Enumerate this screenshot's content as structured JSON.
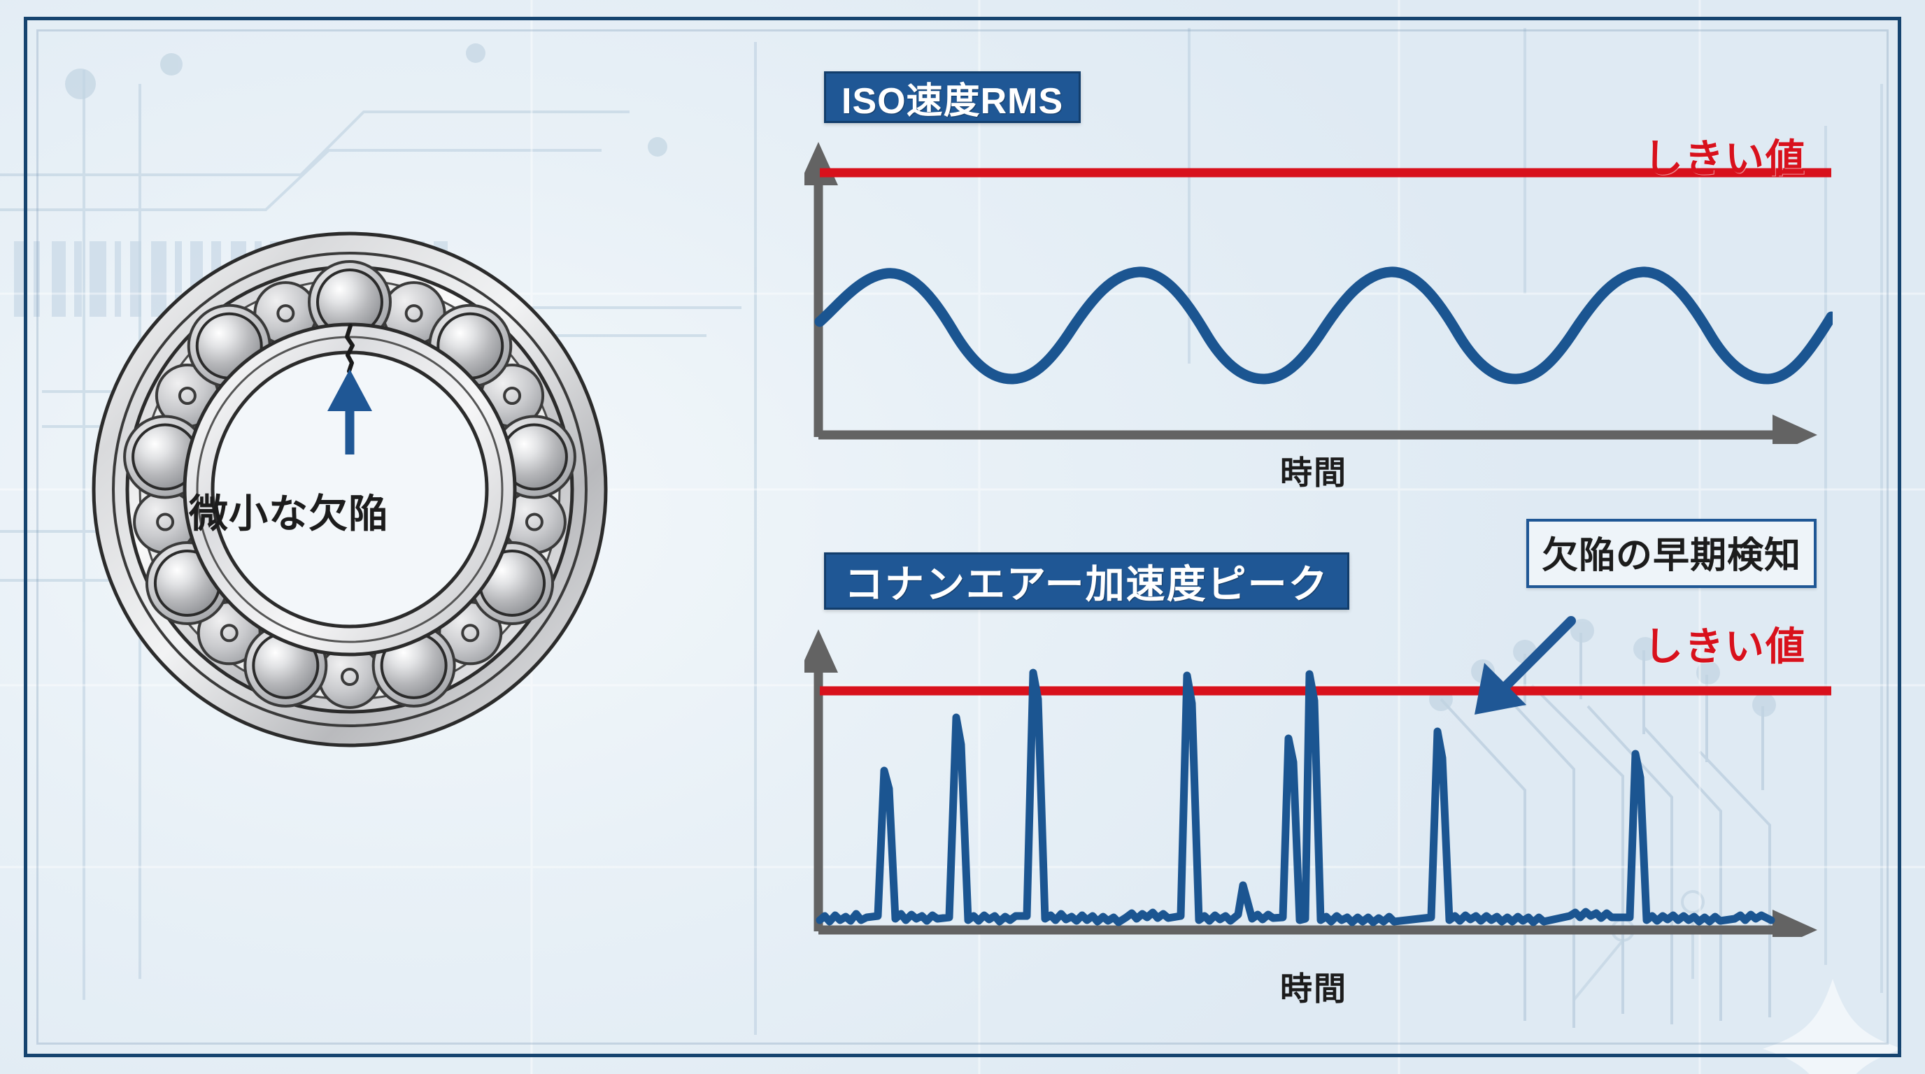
{
  "figure": {
    "title_hidden": "",
    "colors": {
      "badge_blue": "#1f5795",
      "signal_blue": "#1b5591",
      "threshold_red": "#d8111c",
      "axis_gray": "#636363",
      "frame_blue": "#16446f",
      "background": "#e8eff5"
    }
  },
  "bearing": {
    "annotation_label": "微小な欠陥",
    "arrow": "up-arrow-icon",
    "ball_count": 9
  },
  "charts": [
    {
      "id": "iso-velocity-rms",
      "badge_label": "ISO速度RMS",
      "threshold_label": "しきい値",
      "x_axis_label": "時間",
      "y_axis_label": ""
    },
    {
      "id": "conan-air-acceleration-peak",
      "badge_label": "コナンエアー加速度ピーク",
      "threshold_label": "しきい値",
      "x_axis_label": "時間",
      "y_axis_label": "",
      "callout_label": "欠陥の早期検知"
    }
  ],
  "chart_data": [
    {
      "type": "line",
      "title": "ISO速度RMS",
      "xlabel": "時間",
      "ylabel": "",
      "xlim": [
        0,
        100
      ],
      "ylim": [
        0,
        100
      ],
      "grid": false,
      "legend": "none",
      "annotations": [
        {
          "text": "しきい値",
          "type": "threshold-line",
          "y": 92,
          "color": "#d8111c"
        }
      ],
      "series": [
        {
          "name": "ISO velocity RMS",
          "color": "#1b5591",
          "description": "Smooth sinusoid well below threshold — steady amplitude, no early warning",
          "x": [
            0,
            4,
            8,
            12,
            16,
            20,
            24,
            28,
            32,
            36,
            40,
            44,
            48,
            52,
            56,
            60,
            64,
            68,
            72,
            76,
            80,
            84,
            88,
            92,
            96,
            100
          ],
          "y": [
            40,
            49,
            57,
            59,
            55,
            45,
            34,
            26,
            23,
            27,
            36,
            47,
            56,
            59,
            56,
            46,
            35,
            26,
            23,
            27,
            37,
            48,
            56,
            59,
            55,
            46
          ]
        }
      ]
    },
    {
      "type": "line",
      "title": "コナンエアー加速度ピーク",
      "xlabel": "時間",
      "ylabel": "",
      "xlim": [
        0,
        100
      ],
      "ylim": [
        0,
        100
      ],
      "grid": false,
      "legend": "none",
      "annotations": [
        {
          "text": "しきい値",
          "type": "threshold-line",
          "y": 80,
          "color": "#d8111c"
        },
        {
          "text": "欠陥の早期検知",
          "type": "callout",
          "points_to_x": 62,
          "points_to_y": 88,
          "color": "#1f5795"
        }
      ],
      "series": [
        {
          "name": "Conan Air acceleration peak",
          "color": "#1b5591",
          "description": "Impulsive spikes on a noisy low baseline; several spikes exceed the threshold",
          "baseline_noise_amplitude": 3,
          "peaks": [
            {
              "x": 6,
              "height": 48,
              "exceeds_threshold": false
            },
            {
              "x": 16,
              "height": 64,
              "exceeds_threshold": false
            },
            {
              "x": 25,
              "height": 88,
              "exceeds_threshold": true
            },
            {
              "x": 42,
              "height": 87,
              "exceeds_threshold": true
            },
            {
              "x": 53,
              "height": 68,
              "exceeds_threshold": false
            },
            {
              "x": 58,
              "height": 49,
              "exceeds_threshold": false
            },
            {
              "x": 62,
              "height": 88,
              "exceeds_threshold": true
            },
            {
              "x": 77,
              "height": 70,
              "exceeds_threshold": false
            },
            {
              "x": 93,
              "height": 62,
              "exceeds_threshold": false
            }
          ]
        }
      ]
    }
  ]
}
